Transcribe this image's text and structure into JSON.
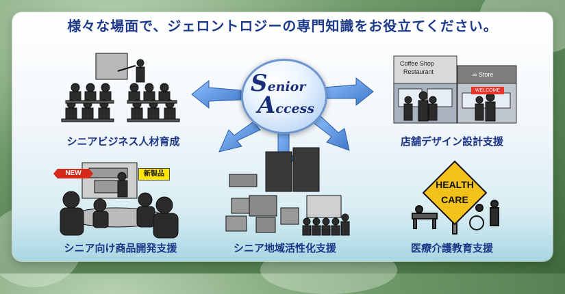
{
  "headline": "様々な場面で、ジェロントロジーの専門知識をお役立てください。",
  "center_logo": {
    "line1": "enior",
    "line1_initial": "S",
    "line2": "ccess",
    "line2_initial": "A"
  },
  "sections": [
    {
      "id": "business",
      "label": "シニアビジネス人材育成"
    },
    {
      "id": "store",
      "label": "店舗デザイン設計支援"
    },
    {
      "id": "product",
      "label": "シニア向け商品開発支援"
    },
    {
      "id": "community",
      "label": "シニア地域活性化支援"
    },
    {
      "id": "medical",
      "label": "医療介護教育支援"
    }
  ],
  "illustration_text": {
    "new_tag": "NEW",
    "new_product_tag": "新製品",
    "coffee_shop": "Coffee Shop",
    "restaurant": "Restaurant",
    "store": "Store",
    "welcome": "WELCOME",
    "health": "HEALTH",
    "care": "CARE"
  },
  "colors": {
    "accent": "#1c3587",
    "arrow": "#5b93d8",
    "panel_bottom": "#a9d6e3"
  }
}
